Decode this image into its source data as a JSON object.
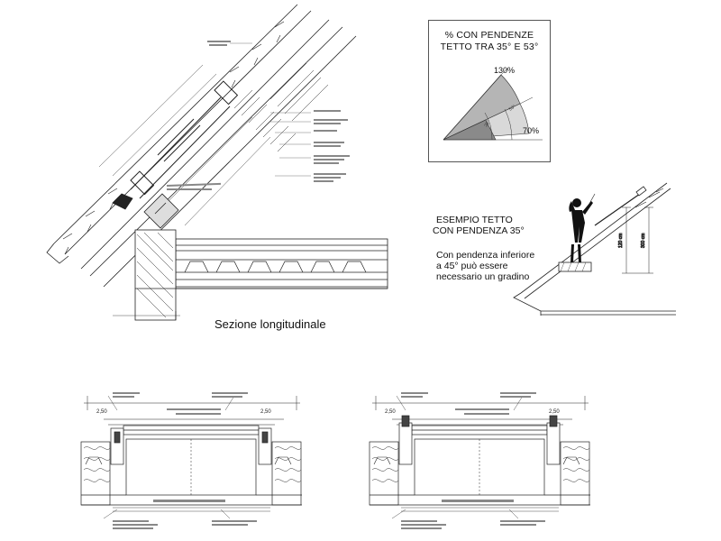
{
  "slope_box": {
    "title_line_1": "% CON  PENDENZE",
    "title_line_2": "TETTO TRA 35° E 53°",
    "label_high": "130%",
    "label_low": "70%"
  },
  "example": {
    "title_line_1": "ESEMPIO TETTO",
    "title_line_2": "CON PENDENZA 35°",
    "note_line_1": "Con pendenza inferiore",
    "note_line_2": "a 45° può essere",
    "note_line_3": "necessario un gradino"
  },
  "section": {
    "caption": "Sezione longitudinale"
  },
  "transverse_sections": [
    {
      "dim_left": "2,50",
      "dim_right": "2,50"
    },
    {
      "dim_left": "2,50",
      "dim_right": "2,50"
    }
  ]
}
